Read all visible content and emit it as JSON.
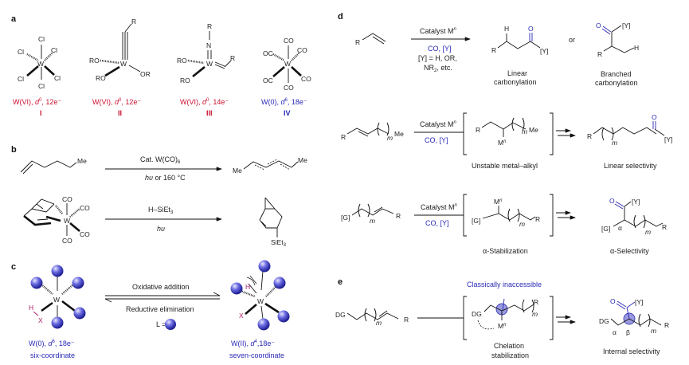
{
  "figure": {
    "panel_labels": [
      "a",
      "b",
      "c",
      "d",
      "e"
    ],
    "panel_a": {
      "complexes": [
        {
          "ligands": [
            "Cl",
            "Cl",
            "Cl",
            "Cl",
            "Cl",
            "Cl"
          ],
          "metal": "W",
          "state": "W(VI),",
          "d": "d",
          "d_sup": "0",
          "electrons": ", 12e⁻",
          "numeral": "I",
          "color": "#c8102e"
        },
        {
          "ligands": [
            "R",
            "RO",
            "RO",
            "OR"
          ],
          "metal": "W",
          "state": "W(VI),",
          "d": "d",
          "d_sup": "0",
          "electrons": ", 12e⁻",
          "numeral": "II",
          "color": "#c8102e"
        },
        {
          "ligands": [
            "R",
            "N",
            "RO",
            "RO",
            "R"
          ],
          "metal": "W",
          "state": "W(VI),",
          "d": "d",
          "d_sup": "0",
          "electrons": ", 14e⁻",
          "numeral": "III",
          "color": "#c8102e"
        },
        {
          "ligands": [
            "CO",
            "OC",
            "CO",
            "OC",
            "CO",
            "CO"
          ],
          "metal": "W",
          "state": "W(0),",
          "d": "d",
          "d_sup": "6",
          "electrons": ", 18e⁻",
          "numeral": "IV",
          "color": "#2a2ab8"
        }
      ]
    },
    "panel_b": {
      "rxn1": {
        "reactant_label": "Me",
        "above": "Cat. W(CO)",
        "above_sub": "6",
        "below_italic": "hυ",
        "below": " or 160 °C",
        "product_left": "Me",
        "product_right": "Me"
      },
      "rxn2": {
        "ligands": [
          "CO",
          "CO",
          "CO",
          "CO"
        ],
        "metal": "W",
        "above": "H–SiEt",
        "above_sub": "3",
        "below_italic": "hυ",
        "product_sub": "SiEt",
        "product_sub_idx": "3"
      }
    },
    "panel_c": {
      "left": {
        "metal": "W",
        "h": "H",
        "x": "X",
        "state": "W(0), ",
        "d": "d",
        "d_sup": "6",
        "electrons": ", 18e⁻",
        "desc": "six-coordinate"
      },
      "right": {
        "metal": "W",
        "h": "H",
        "x": "X",
        "state": "W(II), ",
        "d": "d",
        "d_sup": "4",
        "electrons": ",18e⁻",
        "desc": "seven-coordinate"
      },
      "forward": "Oxidative addition",
      "reverse": "Reductive elimination",
      "legend": "L =",
      "ligand_color": "#3c3ccc"
    },
    "panel_d": {
      "row1": {
        "reactant": "R",
        "above": "Catalyst M",
        "above_sup": "n",
        "below1": "CO, [Y]",
        "below2": "[Y] = H, OR,",
        "below3": "NR",
        "below3_sub": "2",
        "below3_end": ", etc.",
        "linear_atoms": [
          "H",
          "O",
          "R",
          "[Y]"
        ],
        "linear_caption": [
          "Linear",
          "carbonylation"
        ],
        "or": "or",
        "branched_atoms": [
          "O",
          "[Y]",
          "R",
          "H"
        ],
        "branched_caption": [
          "Branched",
          "carbonylation"
        ]
      },
      "row2": {
        "reactant": [
          "R",
          "m",
          "Me"
        ],
        "above": "Catalyst M",
        "above_sup": "n",
        "below": "CO, [Y]",
        "intermediate": [
          "R",
          "m",
          "Me",
          "M",
          "n"
        ],
        "intermediate_caption": "Unstable metal–alkyl",
        "product": [
          "R",
          "m",
          "O",
          "[Y]"
        ],
        "product_caption": "Linear selectivity"
      },
      "row3": {
        "reactant": [
          "[G]",
          "m",
          "R"
        ],
        "above": "Catalyst M",
        "above_sup": "n",
        "below": "CO, [Y]",
        "intermediate": [
          "M",
          "n",
          "[G]",
          "m",
          "R"
        ],
        "intermediate_caption": "α-Stabilization",
        "product": [
          "O",
          "[Y]",
          "[G]",
          "α",
          "m",
          "R"
        ],
        "product_caption": "α-Selectivity"
      }
    },
    "panel_e": {
      "reactant": [
        "DG",
        "m",
        "R"
      ],
      "header": "Classically inaccessible",
      "intermediate": [
        "DG",
        "R",
        "m",
        "M",
        "n"
      ],
      "intermediate_caption": [
        "Chelation",
        "stabilization"
      ],
      "product": [
        "O",
        "[Y]",
        "DG",
        "α",
        "β",
        "m",
        "R"
      ],
      "product_caption": "Internal selectivity"
    }
  }
}
